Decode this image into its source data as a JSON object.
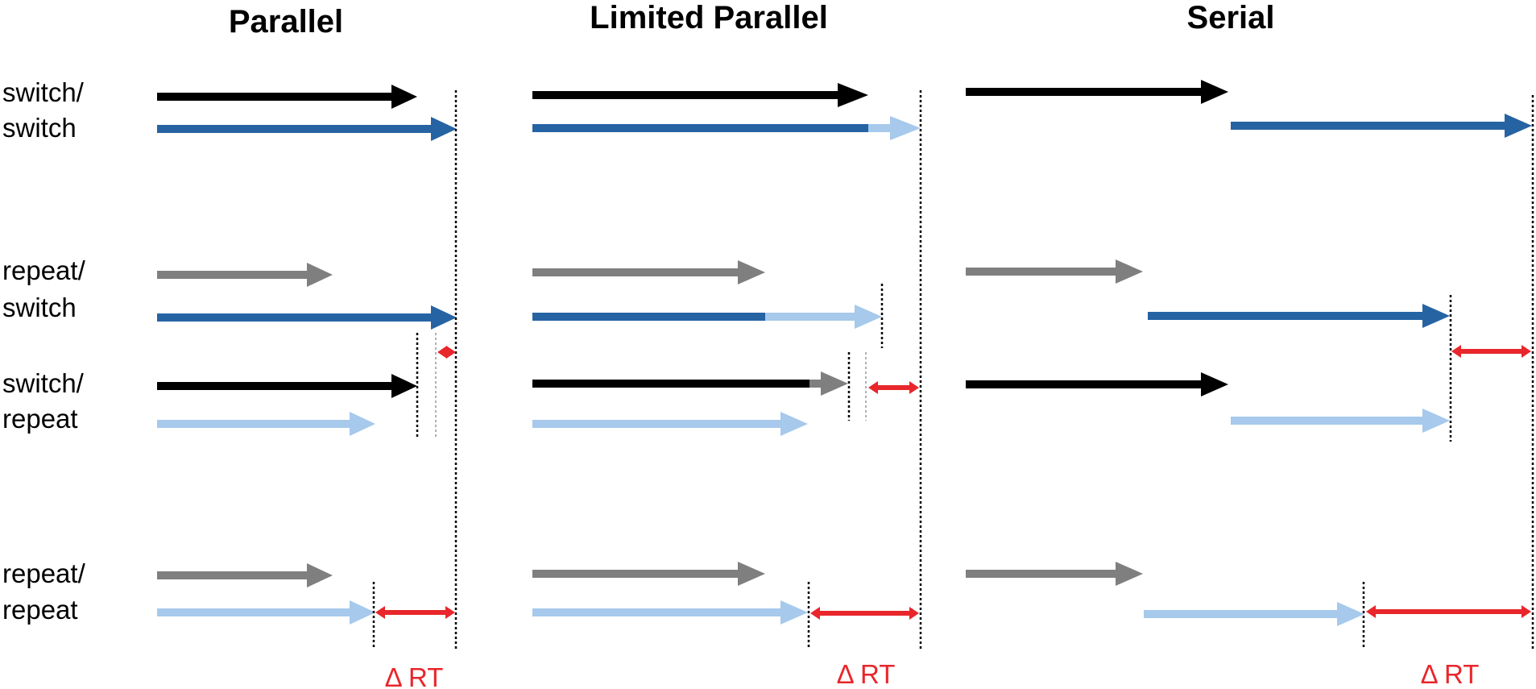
{
  "colors": {
    "switch_task1": "#000000",
    "repeat_task1": "#7f7f7f",
    "switch_task2": "#2663a3",
    "repeat_task2": "#a6c9ec",
    "delta_rt": "#e8262b",
    "guide": "#000000"
  },
  "columns": [
    {
      "title": "Parallel",
      "rt_label": "Δ RT"
    },
    {
      "title": "Limited Parallel",
      "rt_label": "Δ RT"
    },
    {
      "title": "Serial",
      "rt_label": "Δ RT"
    }
  ],
  "rows": [
    {
      "line1": "switch/",
      "line2": "switch"
    },
    {
      "line1": "repeat/",
      "line2": "switch"
    },
    {
      "line1": "switch/",
      "line2": "repeat"
    },
    {
      "line1": "repeat/",
      "line2": "repeat"
    }
  ],
  "icons": {
    "task_arrow": "right-arrow-icon",
    "delta_rt": "double-headed-arrow-icon"
  }
}
